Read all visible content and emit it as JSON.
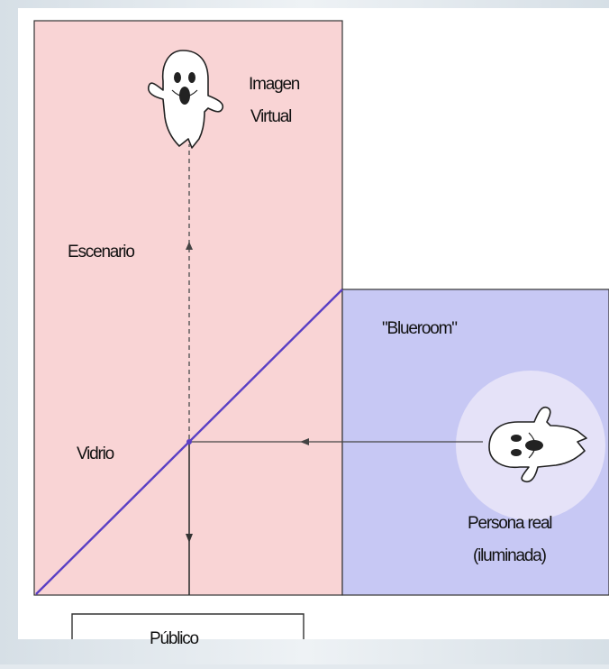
{
  "labels": {
    "virtual_image_line1": "Imagen",
    "virtual_image_line2": "Virtual",
    "stage": "Escenario",
    "glass": "Vidrio",
    "blueroom": "\"Blueroom\"",
    "real_person_line1": "Persona real",
    "real_person_line2": "(iluminada)",
    "audience": "Público"
  },
  "colors": {
    "stage_fill": "#f9d4d5",
    "blueroom_fill": "#c7c8f4",
    "spotlight_fill": "#e5e2f8",
    "glass_line": "#5a3fc4",
    "page_bg": "#ffffff",
    "border": "#333333"
  },
  "icons": {
    "virtual_ghost": "ghost-icon",
    "real_ghost": "ghost-icon"
  }
}
